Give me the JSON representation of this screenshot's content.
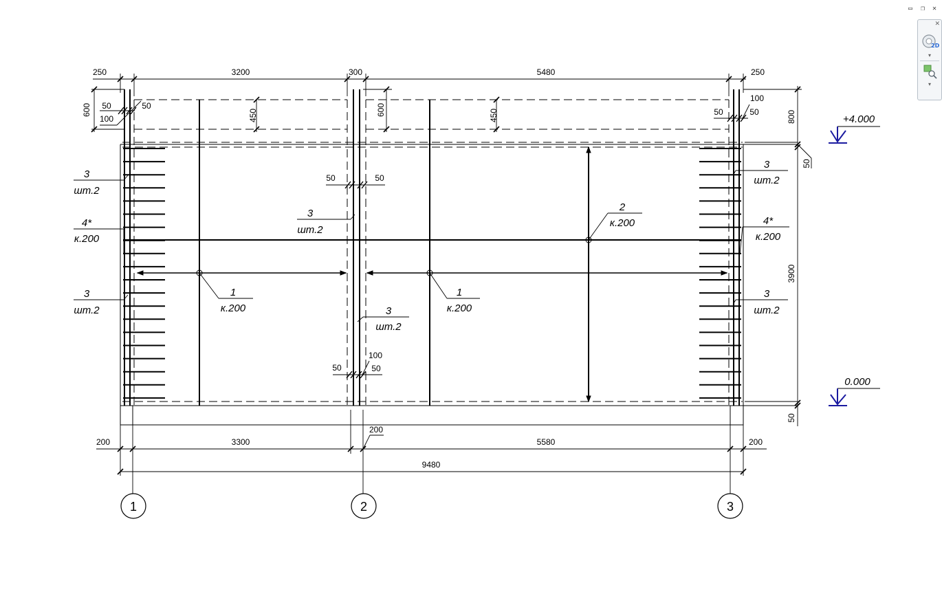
{
  "window": {
    "minimize_glyph": "▭",
    "restore_glyph": "❐",
    "close_glyph": "✕"
  },
  "navbar": {
    "close_glyph": "✕",
    "wheel_label": "2D",
    "arrow_glyph": "▾"
  },
  "dimensions": {
    "top": [
      "250",
      "3200",
      "300",
      "5480",
      "250"
    ],
    "left_stack": [
      "600",
      "50",
      "100"
    ],
    "top_mid": [
      "50",
      "450",
      "600",
      "450"
    ],
    "right_top": [
      "100",
      "50",
      "50"
    ],
    "right": [
      "800",
      "50",
      "3900",
      "50"
    ],
    "mid_wall": [
      "50",
      "50",
      "100",
      "50",
      "50"
    ],
    "bottom": [
      "200",
      "3300",
      "200",
      "5580",
      "200"
    ],
    "total": "9480"
  },
  "labels": {
    "left_top": {
      "num": "3",
      "text": "шт.2"
    },
    "left_mid": {
      "num": "4*",
      "text": "к.200"
    },
    "left_bot": {
      "num": "3",
      "text": "шт.2"
    },
    "mid_upper": {
      "num": "3",
      "text": "шт.2"
    },
    "mid_lower": {
      "num": "3",
      "text": "шт.2"
    },
    "span1": {
      "num": "1",
      "text": "к.200"
    },
    "span2": {
      "num": "1",
      "text": "к.200"
    },
    "vertical": {
      "num": "2",
      "text": "к.200"
    },
    "right_top": {
      "num": "3",
      "text": "шт.2"
    },
    "right_mid": {
      "num": "4*",
      "text": "к.200"
    },
    "right_bot": {
      "num": "3",
      "text": "шт.2"
    }
  },
  "elevations": {
    "top": "+4.000",
    "bottom": "0.000"
  },
  "axes": [
    "1",
    "2",
    "3"
  ],
  "colors": {
    "line": "#000000",
    "elevation_mark": "#1a1aa0"
  }
}
